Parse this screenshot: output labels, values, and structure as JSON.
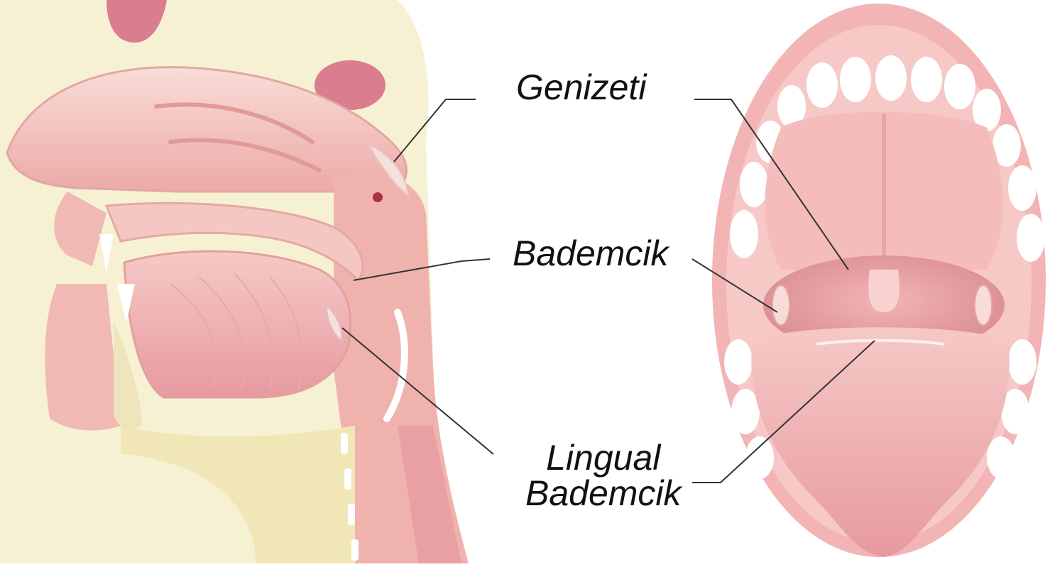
{
  "labels": {
    "adenoid": "Genizeti",
    "tonsil": "Bademcik",
    "lingual_line1": "Lingual",
    "lingual_line2": "Bademcik"
  },
  "colors": {
    "tissue_light": "#f7d3cf",
    "tissue_mid": "#f0b2ad",
    "tissue_dark": "#d97d80",
    "bone": "#f4ecc6",
    "throat": "#b54a5e",
    "teeth": "#ffffff",
    "leader_line": "#333333"
  }
}
